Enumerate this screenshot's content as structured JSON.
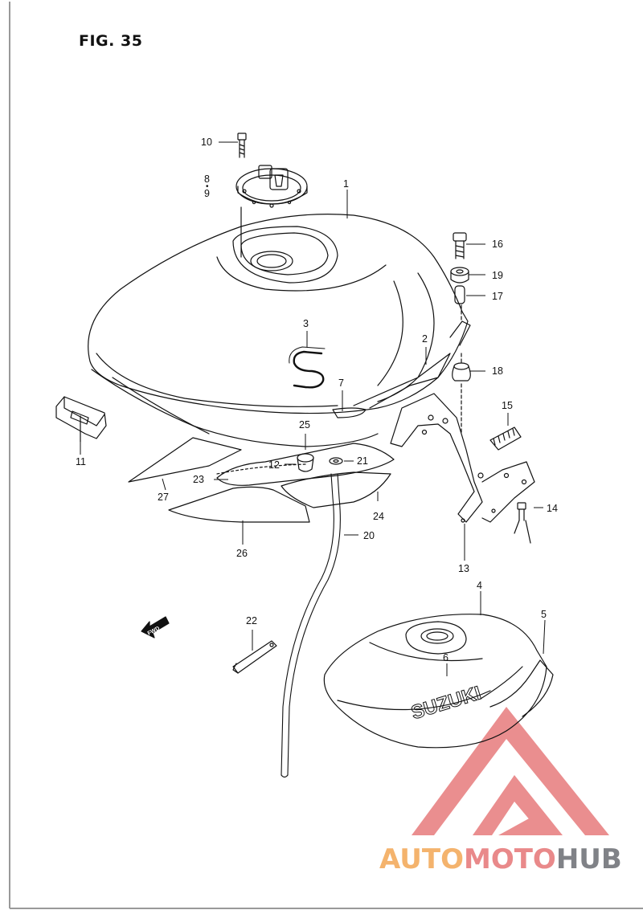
{
  "figure": {
    "title": "FIG. 35"
  },
  "callouts": [
    "1",
    "2",
    "3",
    "4",
    "5",
    "6",
    "7",
    "8",
    "9",
    "10",
    "11",
    "12",
    "13",
    "14",
    "15",
    "16",
    "17",
    "18",
    "19",
    "20",
    "21",
    "22",
    "23",
    "24",
    "25",
    "26",
    "27"
  ],
  "tank_lettering": {
    "emblem": "S",
    "brand_decal": "SUZUKI",
    "direction_arrow": "FWD"
  },
  "watermark": {
    "text_part_1": "AUTO",
    "text_part_2": "MOTO",
    "text_part_3": "HUB",
    "color_1": "#f4b36d",
    "color_2": "#e9898a",
    "color_3": "#808287"
  },
  "colors": {
    "line": "#111111",
    "logo_red": "#e9898a"
  }
}
